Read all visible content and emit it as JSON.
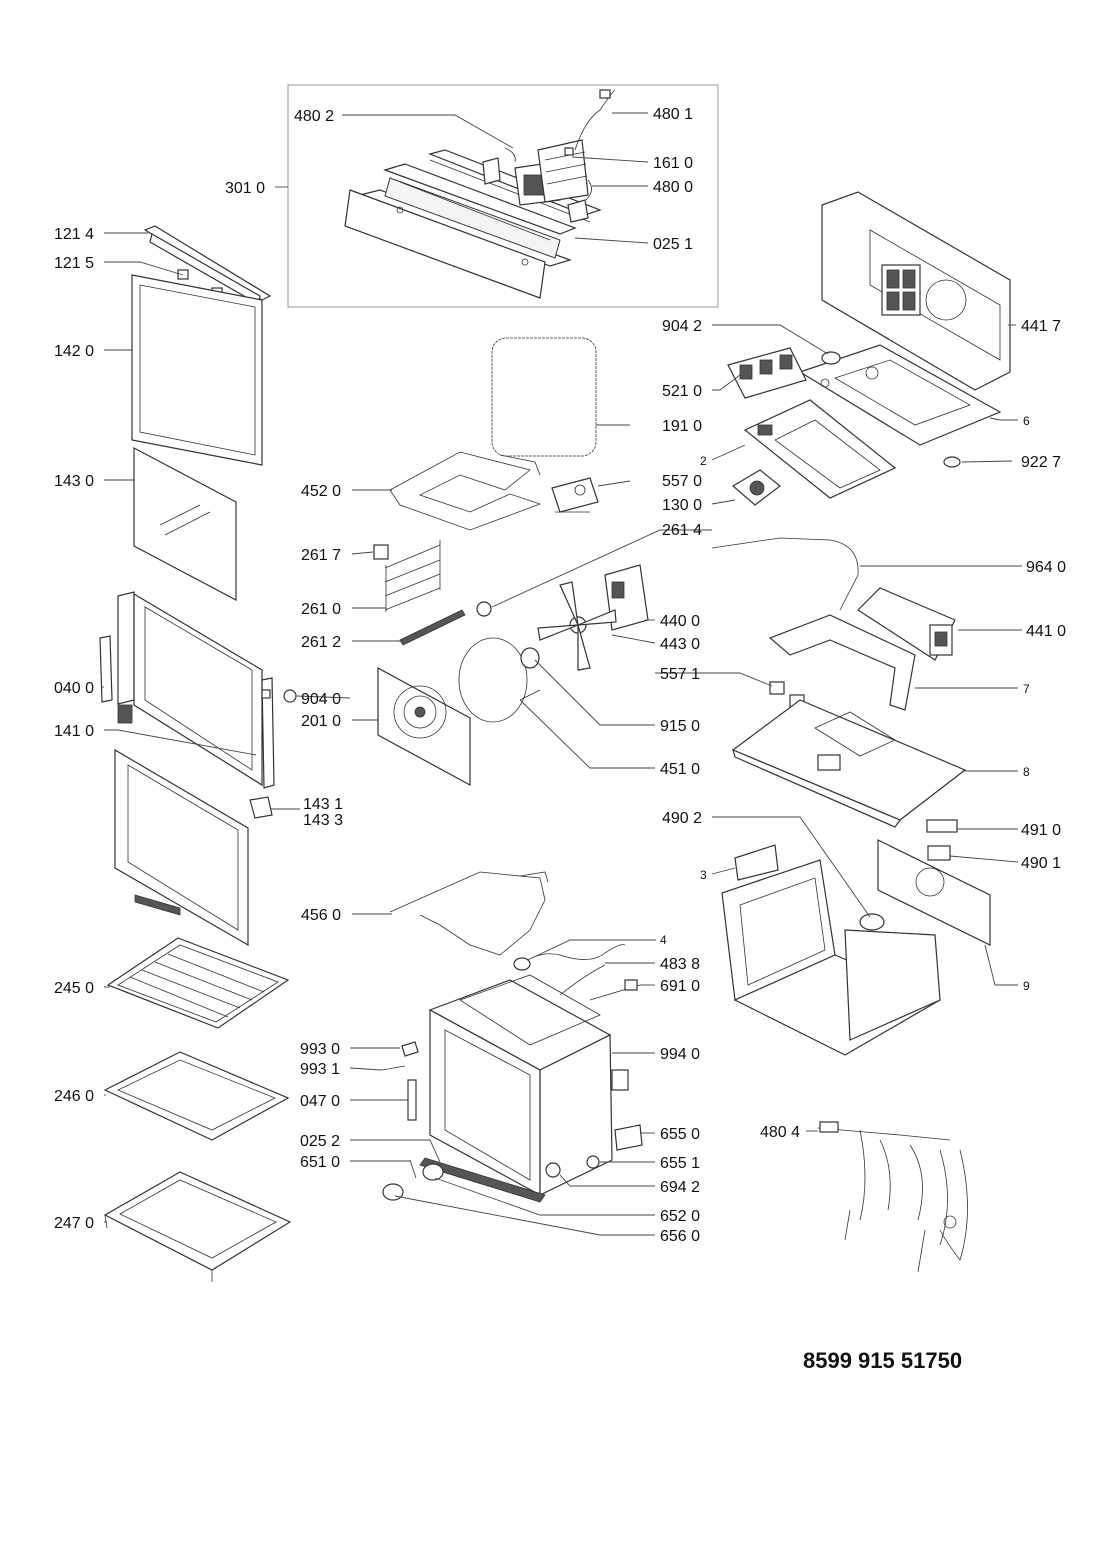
{
  "document_number": "8599 915 51750",
  "labels": {
    "p4802": "480 2",
    "p4801": "480 1",
    "p1610": "161 0",
    "p3010": "301 0",
    "p4800": "480 0",
    "p0251": "025 1",
    "p1214": "121 4",
    "p1215": "121 5",
    "p1420": "142 0",
    "p1430": "143 0",
    "p9042a": "904 2",
    "p4417": "441 7",
    "p5210": "521 0",
    "p1910": "191 0",
    "p6": "6",
    "p2": "2",
    "p9227": "922 7",
    "p4520": "452 0",
    "p5570": "557 0",
    "p1300": "130 0",
    "p2614": "261 4",
    "p2617": "261 7",
    "p9640": "964 0",
    "p2610": "261 0",
    "p4400": "440 0",
    "p2612": "261 2",
    "p4410": "441 0",
    "p4430": "443 0",
    "p0400": "040 0",
    "p9040": "904 0",
    "p5571": "557 1",
    "p2010": "201 0",
    "p7": "7",
    "p1410": "141 0",
    "p9150": "915 0",
    "p4510": "451 0",
    "p8": "8",
    "p1431": "143 1",
    "p1433": "143 3",
    "p4902": "490 2",
    "p4910": "491 0",
    "p4901": "490 1",
    "p3": "3",
    "p4560": "456 0",
    "p4": "4",
    "p4838": "483 8",
    "p2450": "245 0",
    "p6910": "691 0",
    "p9": "9",
    "p9930": "993 0",
    "p9940": "994 0",
    "p9931": "993 1",
    "p2460": "246 0",
    "p0470": "047 0",
    "p4804": "480 4",
    "p6550": "655 0",
    "p0252": "025 2",
    "p6510": "651 0",
    "p6551": "655 1",
    "p6942": "694 2",
    "p2470": "247 0",
    "p6520": "652 0",
    "p6560": "656 0"
  }
}
